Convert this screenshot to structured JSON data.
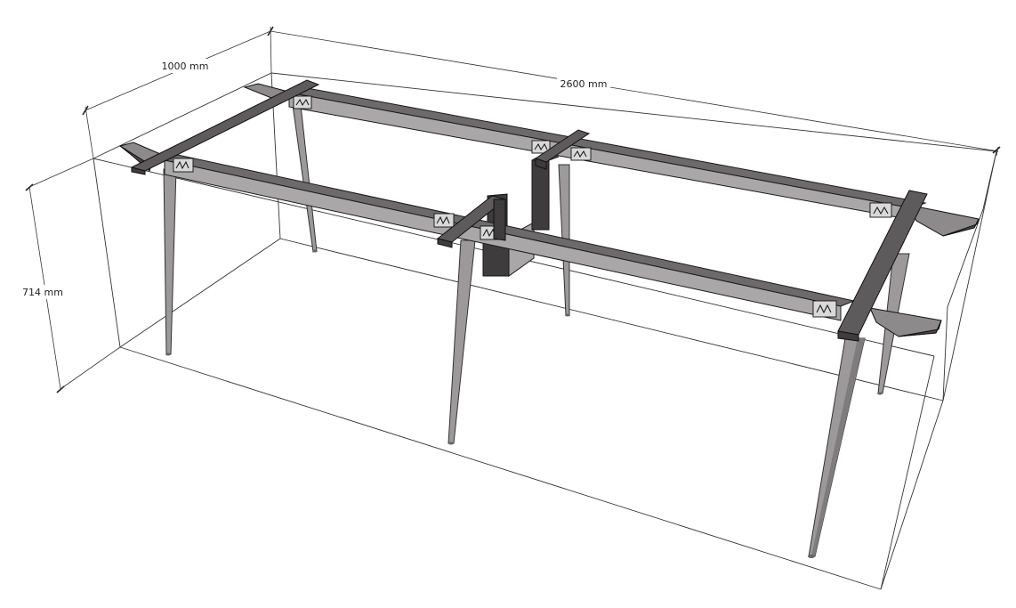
{
  "dimensions": {
    "width": "2600 mm",
    "depth": "1000 mm",
    "height": "714 mm"
  },
  "colors": {
    "background": "#ffffff",
    "frame_dark": "#5e5b5d",
    "frame_light": "#a9a7a8",
    "leg": "#9b9999"
  }
}
